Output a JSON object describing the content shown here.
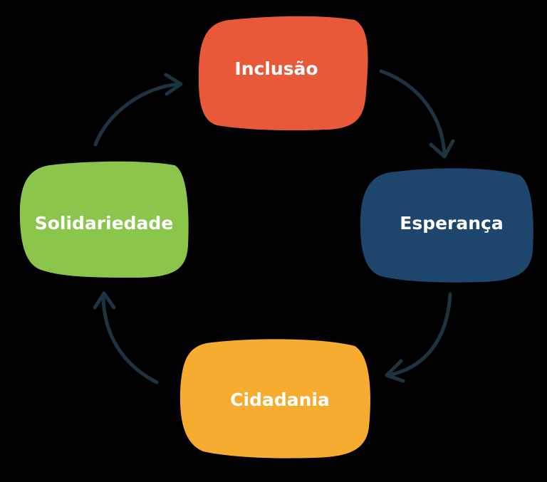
{
  "nodes": {
    "inclusao": {
      "label": "Inclusão",
      "color": "#e8593a"
    },
    "esperanca": {
      "label": "Esperança",
      "color": "#1e466d"
    },
    "cidadania": {
      "label": "Cidadania",
      "color": "#f6ac2f"
    },
    "solidariedade": {
      "label": "Solidariedade",
      "color": "#8cc54b"
    }
  },
  "arrow_color": "#1d3340",
  "background": "#000000"
}
